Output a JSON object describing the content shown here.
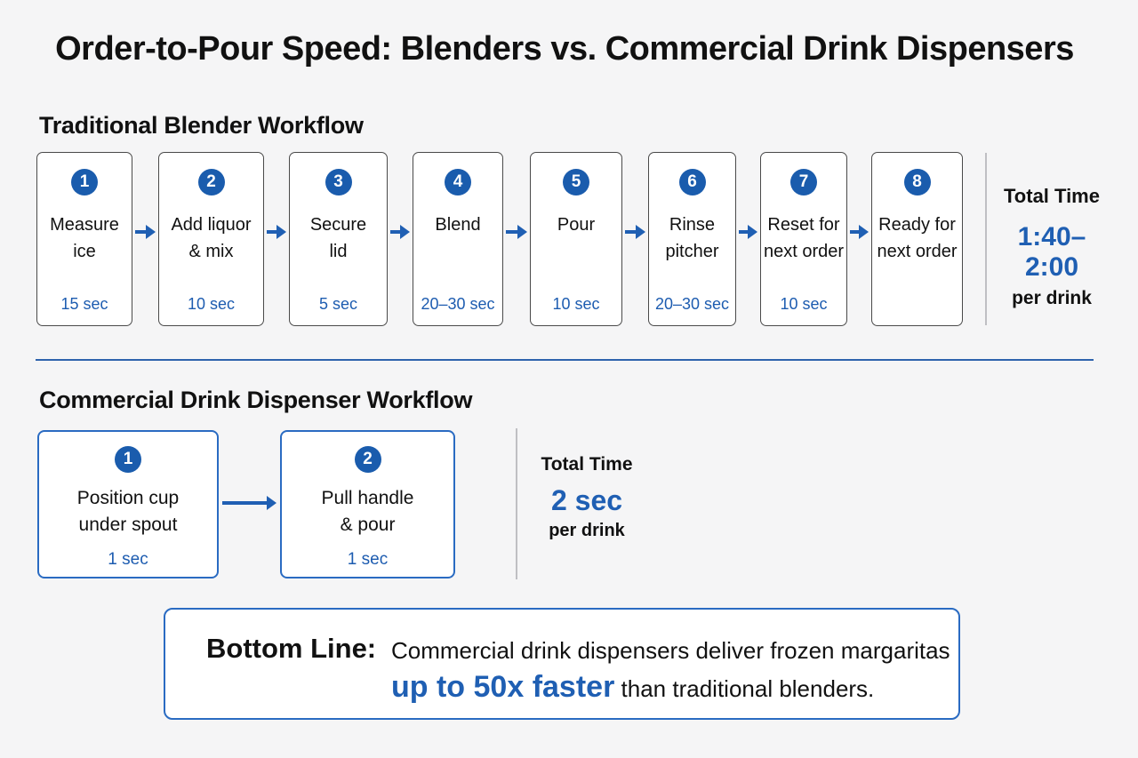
{
  "title": "Order-to-Pour Speed: Blenders vs. Commercial Drink Dispensers",
  "blender": {
    "heading": "Traditional Blender Workflow",
    "steps": [
      {
        "num": "1",
        "label": "Measure\nice",
        "time": "15 sec"
      },
      {
        "num": "2",
        "label": "Add liquor\n& mix",
        "time": "10 sec"
      },
      {
        "num": "3",
        "label": "Secure\nlid",
        "time": "5 sec"
      },
      {
        "num": "4",
        "label": "Blend",
        "time": "20–30 sec"
      },
      {
        "num": "5",
        "label": "Pour",
        "time": "10 sec"
      },
      {
        "num": "6",
        "label": "Rinse\npitcher",
        "time": "20–30 sec"
      },
      {
        "num": "7",
        "label": "Reset for\nnext order",
        "time": "10 sec"
      },
      {
        "num": "8",
        "label": "Ready for\nnext order",
        "time": ""
      }
    ],
    "total": {
      "label": "Total Time",
      "value": "1:40–2:00",
      "unit": "per drink"
    }
  },
  "dispenser": {
    "heading": "Commercial Drink Dispenser Workflow",
    "steps": [
      {
        "num": "1",
        "label": "Position cup\nunder spout",
        "time": "1 sec"
      },
      {
        "num": "2",
        "label": "Pull handle\n& pour",
        "time": "1 sec"
      }
    ],
    "total": {
      "label": "Total Time",
      "value": "2 sec",
      "unit": "per drink"
    }
  },
  "bottom_line": {
    "label": "Bottom Line:",
    "line1": "Commercial drink dispensers deliver frozen margaritas",
    "emphasis": "up to 50x faster",
    "line2_rest": " than traditional blenders."
  },
  "colors": {
    "accent": "#1f5fb3",
    "badge": "#1a5cad",
    "border": "#4a4a4a"
  },
  "icons": {
    "connector": "right-arrow-icon"
  }
}
